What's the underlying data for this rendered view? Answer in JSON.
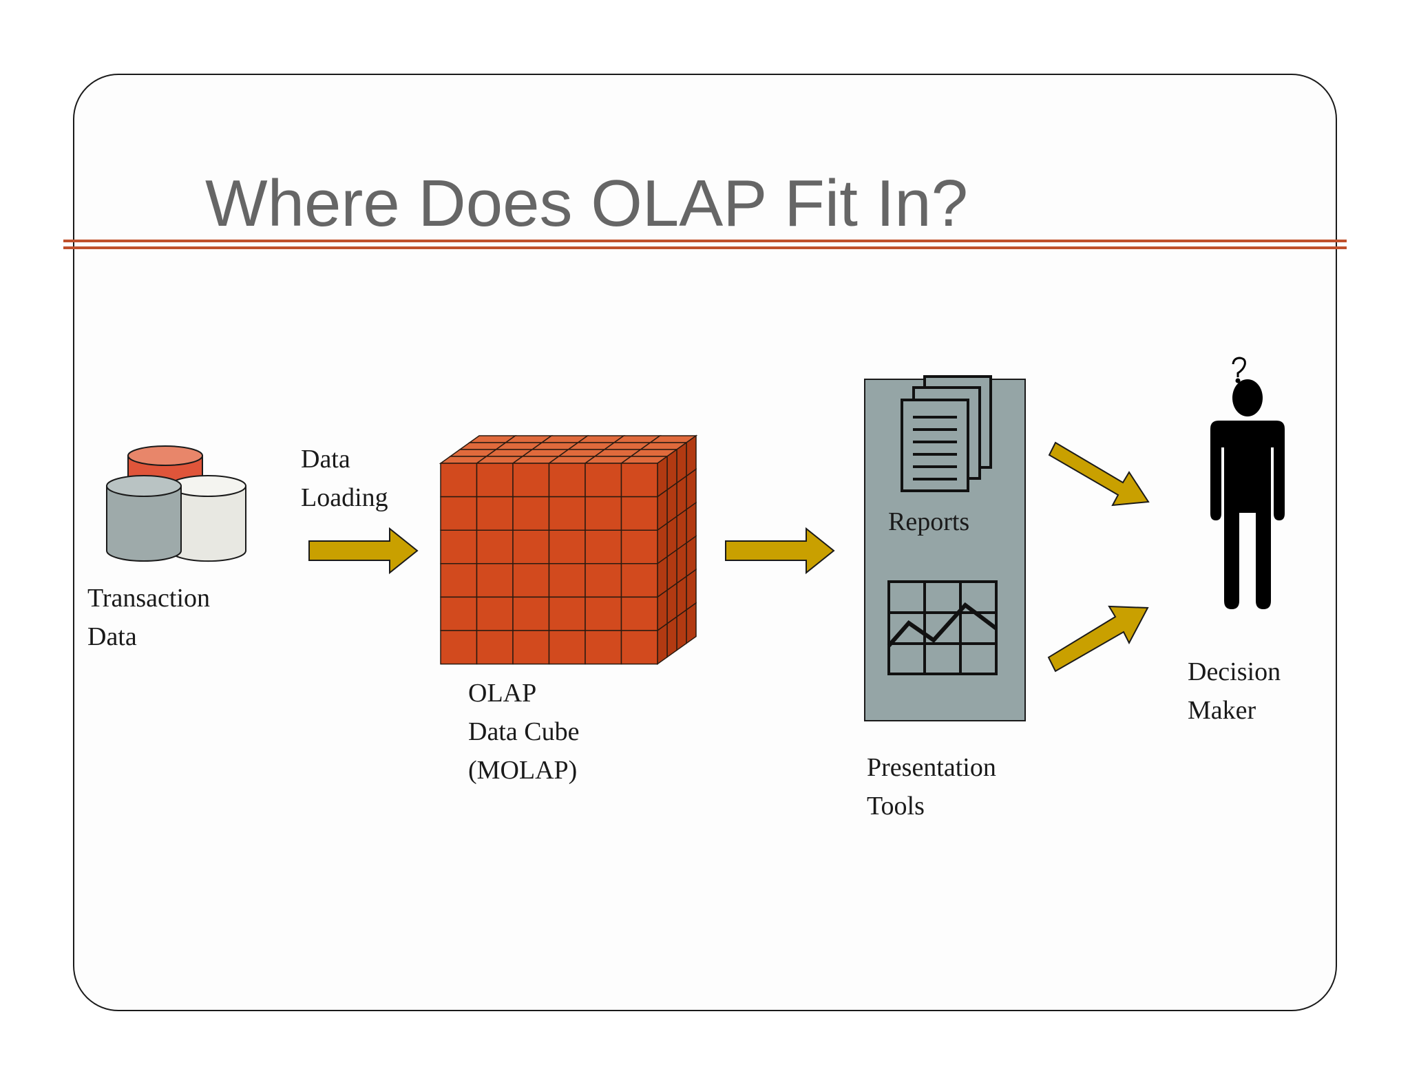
{
  "slide": {
    "title": "Where Does OLAP Fit In?"
  },
  "labels": {
    "transaction_data": [
      "Transaction",
      "Data"
    ],
    "data_loading": [
      "Data",
      "Loading"
    ],
    "olap_cube": [
      "OLAP",
      "Data Cube",
      "(MOLAP)"
    ],
    "reports": "Reports",
    "presentation_tools": [
      "Presentation",
      "Tools"
    ],
    "decision_maker": [
      "Decision",
      "Maker"
    ]
  },
  "icons": [
    "database-cylinders-icon",
    "arrow-right-icon",
    "olap-cube-icon",
    "documents-icon",
    "line-chart-icon",
    "person-icon",
    "question-mark-icon"
  ],
  "colors": {
    "title": "#666666",
    "rule": "#c0502b",
    "cube_front": "#d24a1e",
    "cube_top": "#e06a3c",
    "cube_side": "#b23a12",
    "arrow": "#c9a000",
    "panel": "#95a5a6",
    "person": "#000000",
    "cylinder_red": "#e0553a",
    "cylinder_gray": "#9eaaaa",
    "cylinder_white": "#e8e8e2"
  }
}
